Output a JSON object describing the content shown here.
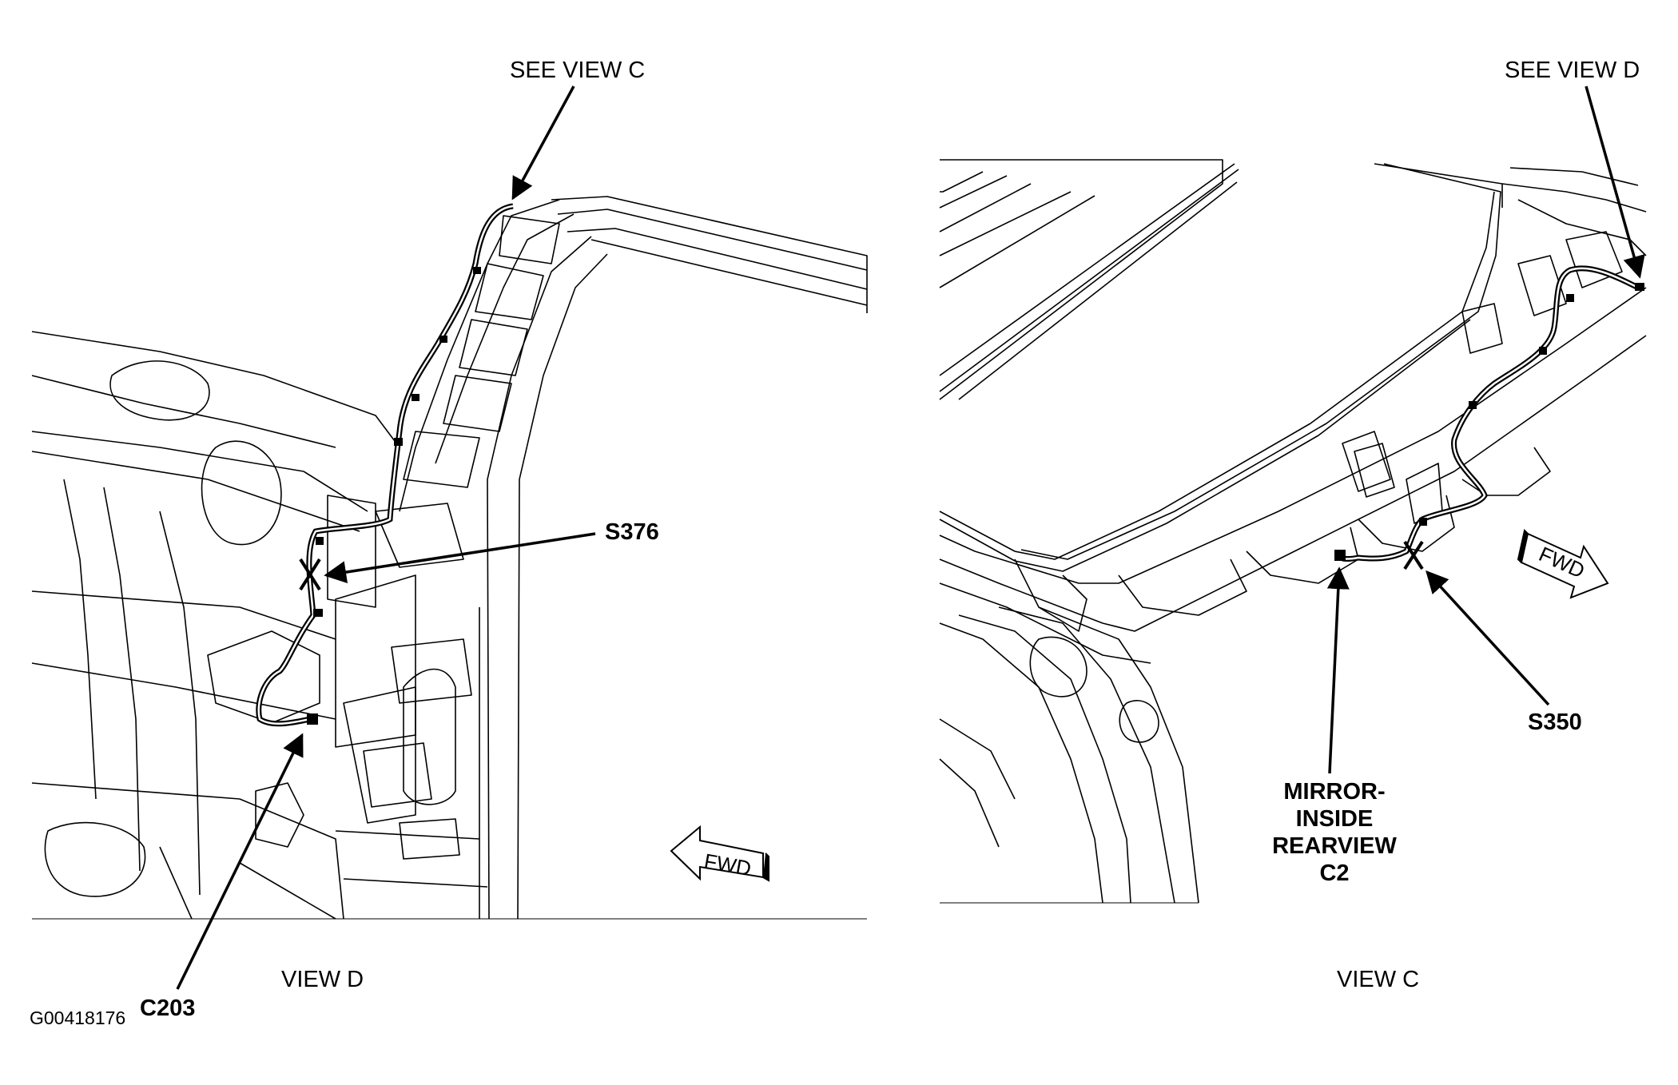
{
  "diagram": {
    "figure_id": "G00418176",
    "colors": {
      "line": "#000000",
      "background": "#ffffff"
    },
    "left_view": {
      "caption": "VIEW D",
      "callouts": {
        "see_view": "SEE VIEW C",
        "splice": "S376",
        "connector": "C203"
      },
      "fwd_arrow": "FWD"
    },
    "right_view": {
      "caption": "VIEW C",
      "callouts": {
        "see_view": "SEE VIEW D",
        "splice": "S350",
        "mirror_line1": "MIRROR-",
        "mirror_line2": "INSIDE",
        "mirror_line3": "REARVIEW",
        "mirror_line4": "C2"
      },
      "fwd_arrow": "FWD"
    }
  }
}
